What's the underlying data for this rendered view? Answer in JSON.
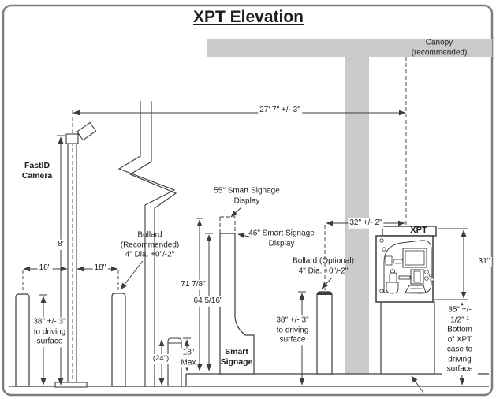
{
  "title": "XPT Elevation",
  "colors": {
    "canopy": "#c9cbcd",
    "line": "#3d3d3d",
    "text": "#1e1e1e",
    "background": "#ffffff"
  },
  "labels": {
    "canopy": "Canopy (recommended)",
    "fastid_camera": "FastID\nCamera",
    "bollard_recommended": "Bollard\n(Recommended)\n4\" Dia. +0\"/-2\"",
    "signage_55": "55\" Smart Signage\nDisplay",
    "signage_46": "46\" Smart Signage\nDisplay",
    "bollard_optional": "Bollard (Optional)\n4\" Dia. +0\"/-2\"",
    "smart_signage": "Smart\nSignage",
    "xpt": "XPT"
  },
  "dimensions": {
    "overall_width": "27' 7\" +/- 3\"",
    "camera_pole_height": "8'",
    "bollard_spacing_left": "18\"",
    "bollard_spacing_right": "18\"",
    "signage_55_height": "71 7/8\"",
    "signage_46_height": "64 5/16\"",
    "bollard_height_left": "38\" +/- 3\"\nto driving\nsurface",
    "bollard_height_right": "38\" +/- 3\"\nto driving\nsurface",
    "curb_height": "(24\")",
    "curb_max": "18\"\nMax",
    "xpt_to_signage": "32\" +/- 2\"",
    "xpt_face_height": "31\"",
    "xpt_case_bottom": "35\" +/- 1/2\" ¹\nBottom of XPT\ncase to driving\nsurface"
  }
}
